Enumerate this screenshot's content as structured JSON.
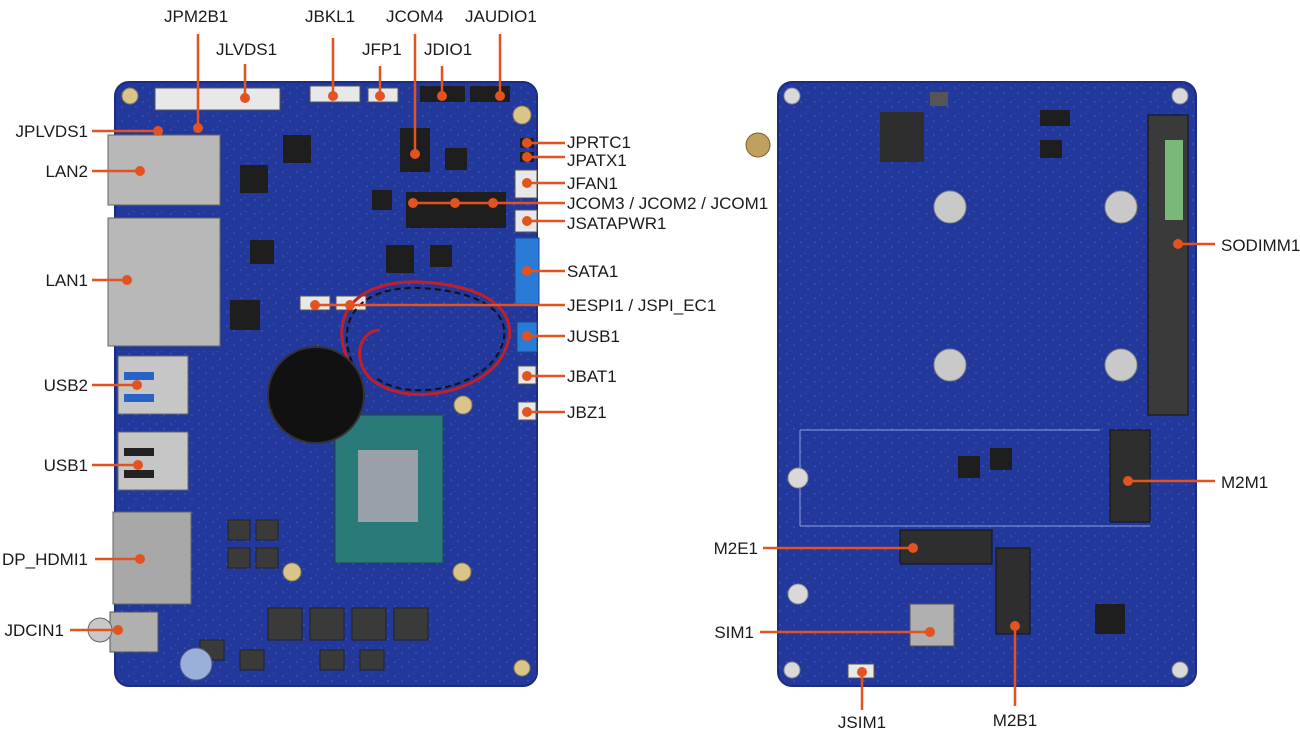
{
  "colors": {
    "board_blue": "#22389a",
    "board_dark": "#1a2d80",
    "board_edge": "#2d46aa",
    "leader": "#e2531f",
    "text": "#1a1a1a",
    "connector_white": "#e8e8e8",
    "metal": "#b8b8b8",
    "chip": "#1e1e1e",
    "sata_blue": "#2a7ad8",
    "battery": "#111111",
    "cable_red": "#c0202a"
  },
  "left_board": {
    "name": "top-view",
    "labels": {
      "jpm2b1": "JPM2B1",
      "jlvds1": "JLVDS1",
      "jbkl1": "JBKL1",
      "jcom4": "JCOM4",
      "jaudio1": "JAUDIO1",
      "jfp1": "JFP1",
      "jdio1": "JDIO1",
      "jplvds1": "JPLVDS1",
      "lan2": "LAN2",
      "lan1": "LAN1",
      "usb2": "USB2",
      "usb1": "USB1",
      "dp_hdmi1": "DP_HDMI1",
      "jdcin1": "JDCIN1",
      "jprtc1": "JPRTC1",
      "jpatx1": "JPATX1",
      "jfan1": "JFAN1",
      "jcom321": "JCOM3 / JCOM2 / JCOM1",
      "jsatapwr1": "JSATAPWR1",
      "sata1": "SATA1",
      "jespi1": "JESPI1 / JSPI_EC1",
      "jusb1": "JUSB1",
      "jbat1": "JBAT1",
      "jbz1": "JBZ1"
    }
  },
  "right_board": {
    "name": "bottom-view",
    "labels": {
      "sodimm1": "SODIMM1",
      "m2m1": "M2M1",
      "m2e1": "M2E1",
      "sim1": "SIM1",
      "jsim1": "JSIM1",
      "m2b1": "M2B1"
    }
  }
}
